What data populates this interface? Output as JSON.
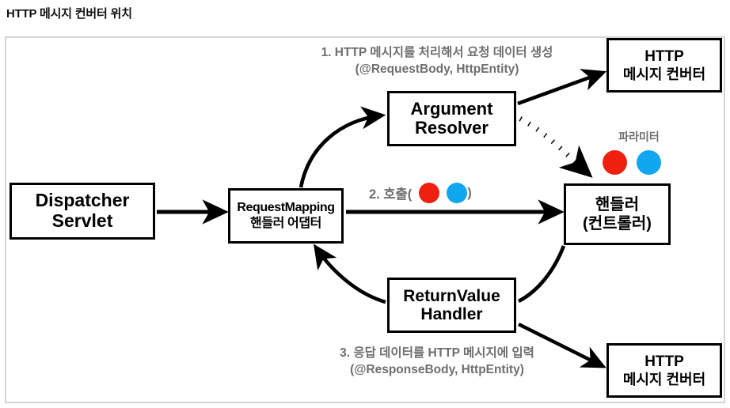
{
  "page": {
    "title": "HTTP 메시지 컨버터 위치"
  },
  "colors": {
    "frame_border": "#d4d4d4",
    "node_border": "#000000",
    "caption_gray": "#6e6e6e",
    "dot_red": "#ef2010",
    "dot_blue": "#10a6f0",
    "text_black": "#000000"
  },
  "nodes": {
    "dispatcher_servlet": {
      "line1": "Dispatcher",
      "line2": "Servlet"
    },
    "request_mapping_adapter": {
      "line1": "RequestMapping",
      "line2": "핸들러 어댑터"
    },
    "argument_resolver": {
      "line1": "Argument",
      "line2": "Resolver"
    },
    "handler_controller": {
      "line1": "핸들러",
      "line2": "(컨트롤러)"
    },
    "http_message_converter_top": {
      "line1": "HTTP",
      "line2": "메시지 컨버터"
    },
    "http_message_converter_bottom": {
      "line1": "HTTP",
      "line2": "메시지 컨버터"
    },
    "return_value_handler": {
      "line1": "ReturnValue",
      "line2": "Handler"
    }
  },
  "captions": {
    "step1_line1": "1. HTTP 메시지를 처리해서 요청 데이터 생성",
    "step1_line2": "(@RequestBody, HttpEntity)",
    "step2_prefix": "2. 호출(",
    "step2_suffix": ")",
    "step3_line1": "3. 응답 데이터를 HTTP 메시지에 입력",
    "step3_line2": "(@ResponseBody, HttpEntity)",
    "parameter_label": "파라미터"
  },
  "icons": {
    "red_dot": "red-circle-icon",
    "blue_dot": "blue-circle-icon"
  }
}
